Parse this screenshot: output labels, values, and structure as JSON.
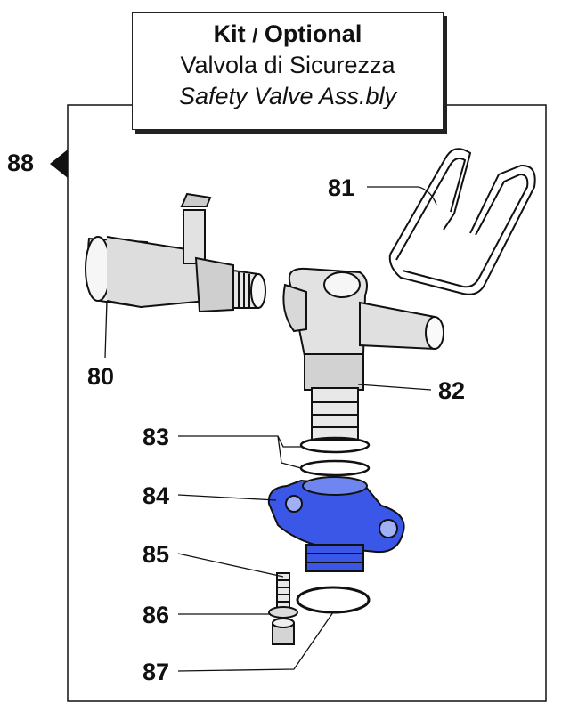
{
  "title": {
    "kit": "Kit",
    "slash": "/",
    "optional": "Optional",
    "italian": "Valvola di Sicurezza",
    "english": "Safety Valve Ass.bly"
  },
  "group_number": "88",
  "callouts": {
    "c80": "80",
    "c81": "81",
    "c82": "82",
    "c83": "83",
    "c84": "84",
    "c85": "85",
    "c86": "86",
    "c87": "87"
  },
  "colors": {
    "highlight": "#3a57e8",
    "line": "#111111",
    "part_shade": "#e4e4e4"
  }
}
